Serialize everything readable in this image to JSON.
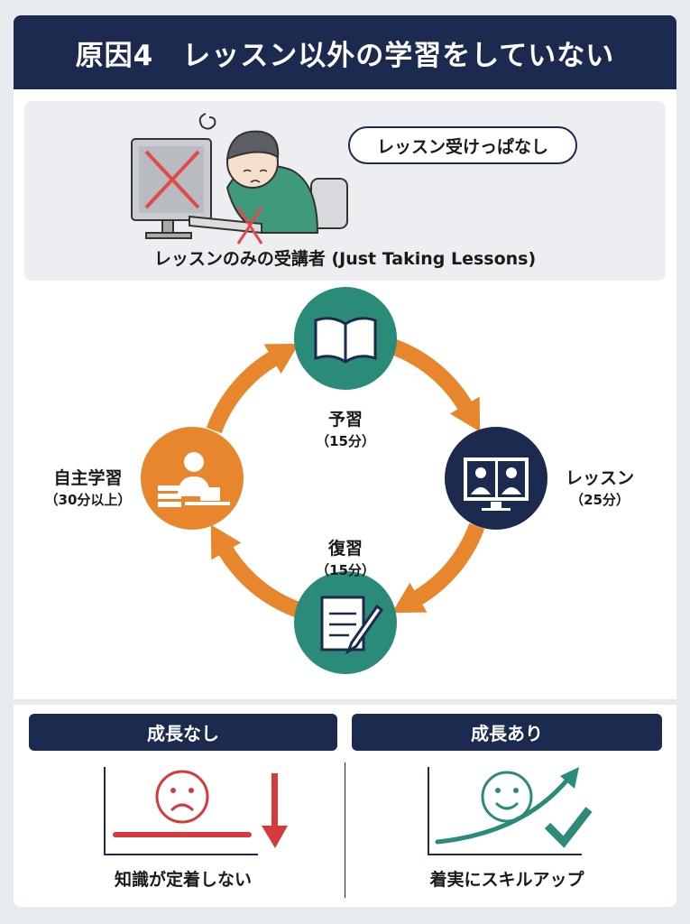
{
  "header": {
    "title": "原因4　レッスン以外の学習をしていない"
  },
  "scene": {
    "bubble": "レッスン受けっぱなし",
    "caption": "レッスンのみの受講者 (Just Taking Lessons)"
  },
  "cycle": {
    "steps": [
      {
        "label": "予習",
        "time": "（15分）",
        "icon": "open-book-icon",
        "color": "#2a8c78"
      },
      {
        "label": "レッスン",
        "time": "（25分）",
        "icon": "video-call-monitor-icon",
        "color": "#1b2a4e"
      },
      {
        "label": "復習",
        "time": "（15分）",
        "icon": "notepad-pencil-icon",
        "color": "#2a8c78"
      },
      {
        "label": "自主学習",
        "time": "（30分以上）",
        "icon": "person-laptop-books-icon",
        "color": "#e8862e"
      }
    ],
    "arrow_color": "#e8862e"
  },
  "outcomes": {
    "no_growth": {
      "title": "成長なし",
      "caption": "知識が定着しない",
      "icon": "sad-face-icon",
      "color": "#d63a3a"
    },
    "growth": {
      "title": "成長あり",
      "caption": "着実にスキルアップ",
      "icon": "smile-face-icon",
      "color": "#2a8c78"
    }
  }
}
